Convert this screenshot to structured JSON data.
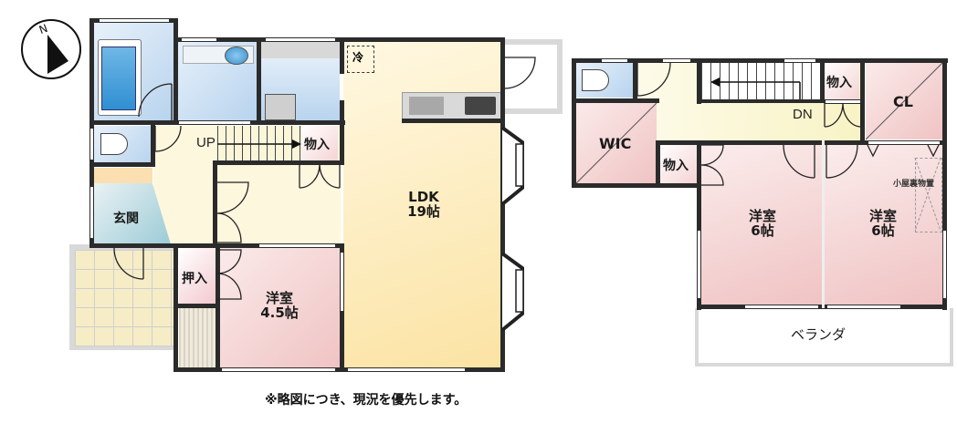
{
  "compass": {
    "label": "N",
    "icon": "north-arrow-icon"
  },
  "floor1": {
    "rooms": {
      "bath": {
        "label": ""
      },
      "washroom": {
        "label": ""
      },
      "laundry": {
        "label": ""
      },
      "fridge": {
        "label": "冷"
      },
      "toilet": {
        "label": ""
      },
      "genkan": {
        "label": "玄関"
      },
      "stairs_up": {
        "label": "UP"
      },
      "storage_stairs": {
        "label": "物入"
      },
      "ldk": {
        "name": "LDK",
        "size": "19帖"
      },
      "oshiire": {
        "label": "押入"
      },
      "western": {
        "name": "洋室",
        "size": "4.5帖"
      }
    }
  },
  "floor2": {
    "rooms": {
      "toilet": {
        "label": ""
      },
      "stairs_down": {
        "label": "DN"
      },
      "storage_top": {
        "label": "物入"
      },
      "closet": {
        "label": "CL"
      },
      "wic": {
        "label": "WIC"
      },
      "storage_mid": {
        "label": "物入"
      },
      "western_left": {
        "name": "洋室",
        "size": "6帖"
      },
      "western_right": {
        "name": "洋室",
        "size": "6帖"
      },
      "attic_storage": {
        "label": "小屋裏物置"
      },
      "veranda": {
        "label": "ベランダ"
      }
    }
  },
  "footer": {
    "note": "※略図につき、現況を優先します。"
  },
  "colors": {
    "wall": "#2b2b2b",
    "wet_area": "#cfe3f5",
    "ldk": "#fbe7b0",
    "bedroom": "#f5d3d3",
    "hall": "#fbf6d9",
    "genkan": "#b9dbe3",
    "porch": "#f6ecc6",
    "veranda": "#ffffff"
  }
}
